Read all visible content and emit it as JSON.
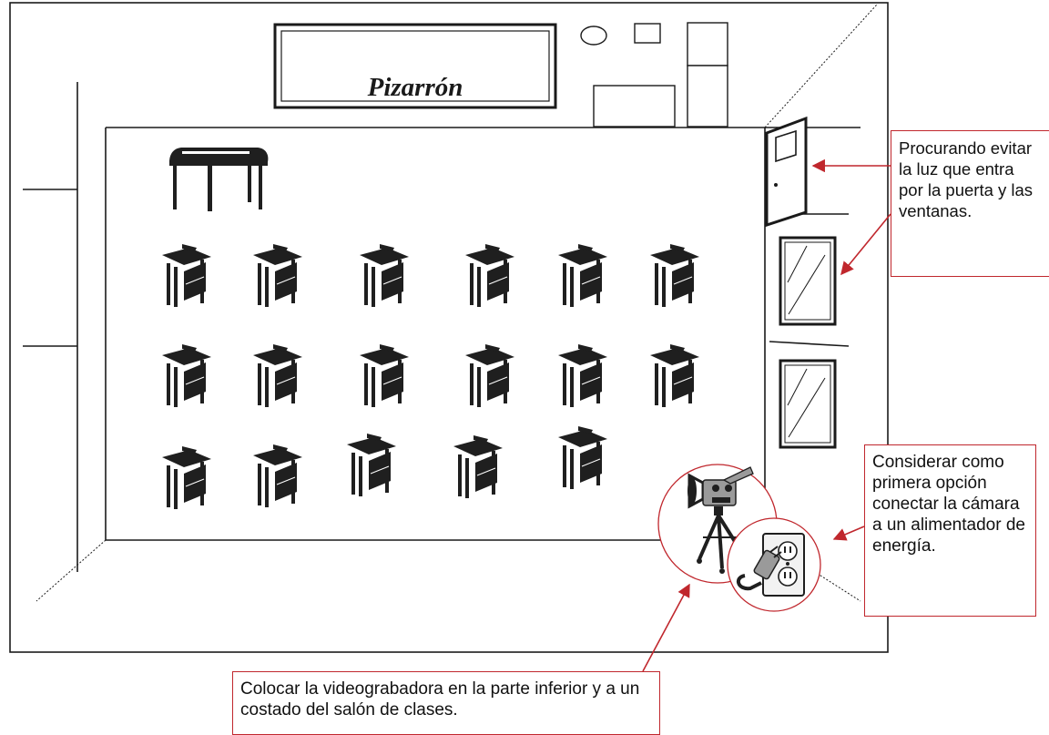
{
  "colors": {
    "line": "#1a1a1a",
    "desk": "#1f1f1f",
    "accent": "#c0272d",
    "camera": "#9a9a9a"
  },
  "board": {
    "label": "Pizarrón"
  },
  "icons": [
    "camera-on-tripod-icon",
    "wall-outlet-icon",
    "power-plug-icon",
    "door-icon",
    "window-icon",
    "teacher-desk-icon",
    "student-desk-icon"
  ],
  "desk_rows": [
    6,
    6,
    5
  ],
  "notes": {
    "light": {
      "lines": [
        "Procurando evitar",
        "la luz que entra",
        "por la puerta y las",
        "ventanas."
      ]
    },
    "power": {
      "text": "Considerar como primera opción conectar la cámara a un alimentador de energía."
    },
    "camera": {
      "text": "Colocar la videograbadora en la parte inferior y a un costado del salón de clases."
    }
  }
}
